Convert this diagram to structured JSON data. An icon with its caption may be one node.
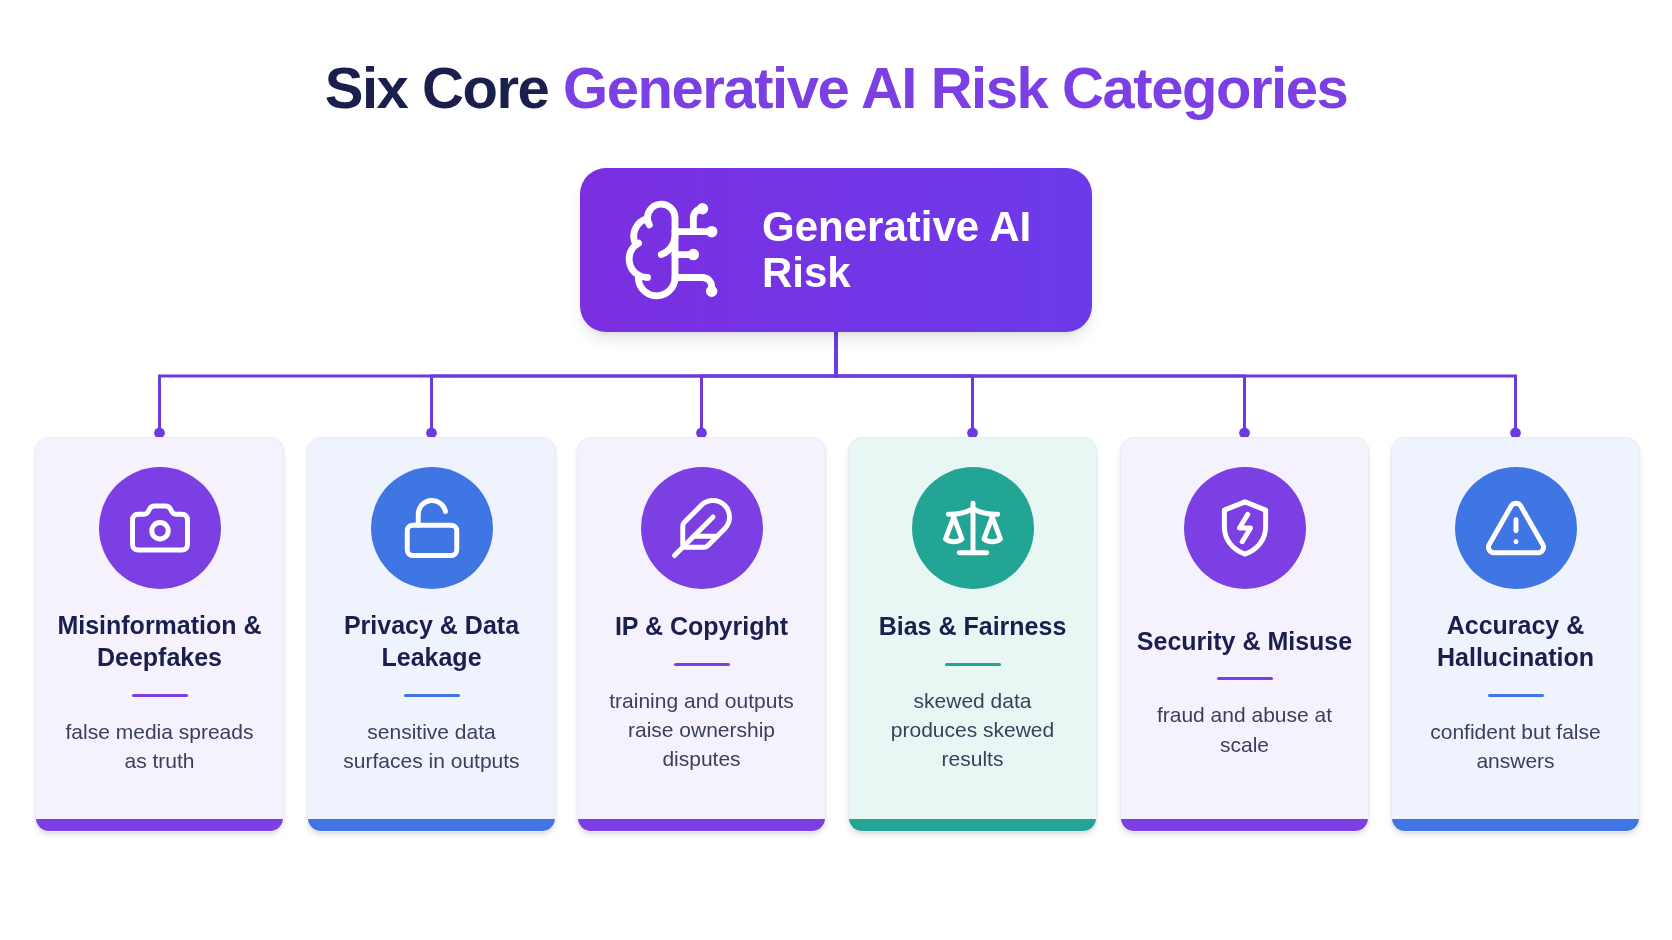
{
  "diagram": {
    "title": "Six Core *Generative AI Risk Categories*",
    "nodes": [
      {
        "text": [
          "Generative AI Risk"
        ]
      },
      {
        "text": [
          "Misinformation & Deepfakes",
          "false media spreads as truth"
        ]
      },
      {
        "text": [
          "Privacy & Data Leakage",
          "sensitive data surfaces in outputs"
        ]
      },
      {
        "text": [
          "IP & Copyright",
          "training and outputs raise ownership disputes"
        ]
      },
      {
        "text": [
          "Bias & Fairness",
          "skewed data produces skewed results"
        ]
      },
      {
        "text": [
          "Security & Misuse",
          "fraud and abuse at scale"
        ]
      },
      {
        "text": [
          "Accuracy & Hallucination",
          "confident but false answers"
        ]
      }
    ],
    "edges": [
      {
        "from": 0,
        "to": 1,
        "arrow": "other"
      },
      {
        "from": 0,
        "to": 2,
        "arrow": "other"
      },
      {
        "from": 0,
        "to": 3,
        "arrow": "other"
      },
      {
        "from": 0,
        "to": 4,
        "arrow": "other"
      },
      {
        "from": 0,
        "to": 5,
        "arrow": "other"
      },
      {
        "from": 0,
        "to": 6,
        "arrow": "other"
      }
    ]
  }
}
